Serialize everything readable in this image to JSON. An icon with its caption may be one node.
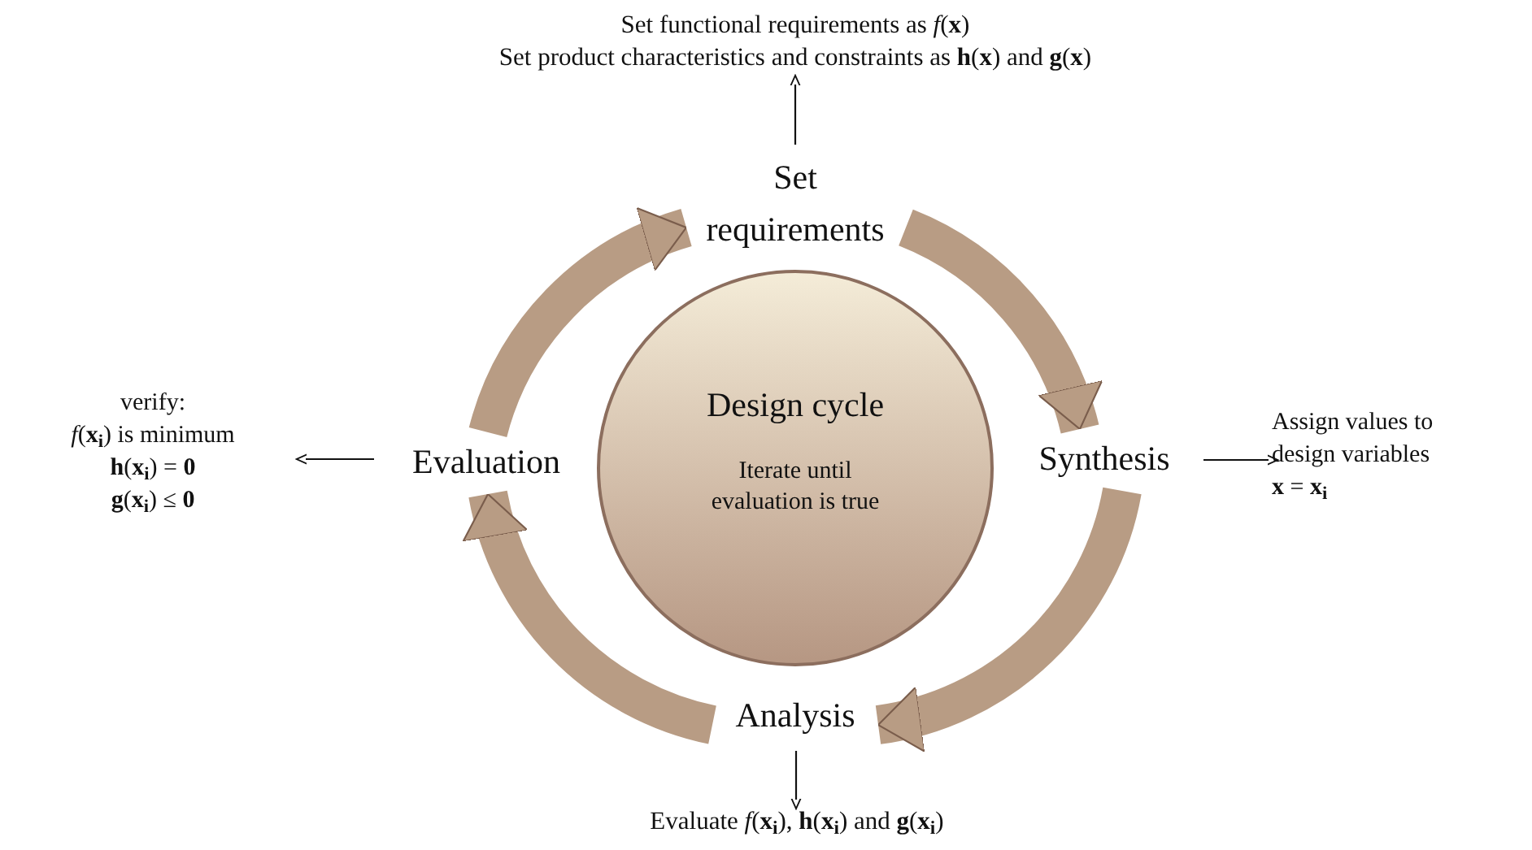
{
  "diagram": {
    "nodes": [
      {
        "text": [
          "Design cycle",
          "Iterate until evaluation is true"
        ]
      },
      {
        "text": [
          "Set requirements"
        ]
      },
      {
        "text": [
          "Synthesis"
        ]
      },
      {
        "text": [
          "Analysis"
        ]
      },
      {
        "text": [
          "Evaluation"
        ]
      },
      {
        "text": [
          "Set functional requirements as *f*(**x**)",
          "Set product characteristics and constraints as **h**(**x**) and **g**(**x**)"
        ]
      },
      {
        "text": [
          "Assign values to design variables",
          "**x** = **x**$_{i}$"
        ]
      },
      {
        "text": [
          "verify:",
          "*f*(**x**$_{i}$) is minimum",
          "**h**(**x**$_{i}$) = **0**",
          "**g**(**x**$_{i}$) ≤ **0**"
        ]
      },
      {
        "text": [
          "Evaluate *f*(**x**$_{i}$), **h**(**x**$_{i}$) and **g**(**x**$_{i}$)"
        ]
      }
    ],
    "edges": [
      {
        "from": 1,
        "to": 2,
        "arrow": "to",
        "style": "thick",
        "color": "#b89c84"
      },
      {
        "from": 2,
        "to": 3,
        "arrow": "to",
        "style": "thick",
        "color": "#b89c84"
      },
      {
        "from": 3,
        "to": 4,
        "arrow": "to",
        "style": "thick",
        "color": "#b89c84"
      },
      {
        "from": 4,
        "to": 1,
        "arrow": "to",
        "style": "thick",
        "color": "#b89c84"
      },
      {
        "from": 1,
        "to": 5,
        "arrow": "to",
        "color": "#111111"
      },
      {
        "from": 2,
        "to": 6,
        "arrow": "to",
        "color": "#111111"
      },
      {
        "from": 3,
        "to": 8,
        "arrow": "to",
        "color": "#111111"
      },
      {
        "from": 4,
        "to": 7,
        "arrow": "to",
        "color": "#111111"
      }
    ]
  }
}
